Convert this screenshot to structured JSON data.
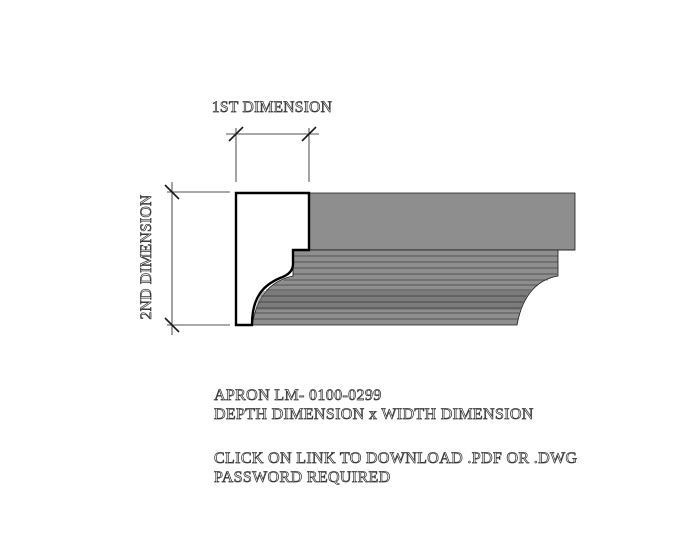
{
  "drawing": {
    "dim_top_label": "1ST DIMENSION",
    "dim_left_label": "2ND DIMENSION"
  },
  "caption": {
    "product": "APRON LM- 0100-0299",
    "dimensions": "DEPTH DIMENSION x WIDTH DIMENSION",
    "download": "CLICK ON LINK TO DOWNLOAD .PDF OR .DWG",
    "password": "PASSWORD REQUIRED"
  },
  "colors": {
    "line": "#1a1a1a",
    "molding_body": "#8e8e8e",
    "molding_shade": "#6c6c6c"
  }
}
